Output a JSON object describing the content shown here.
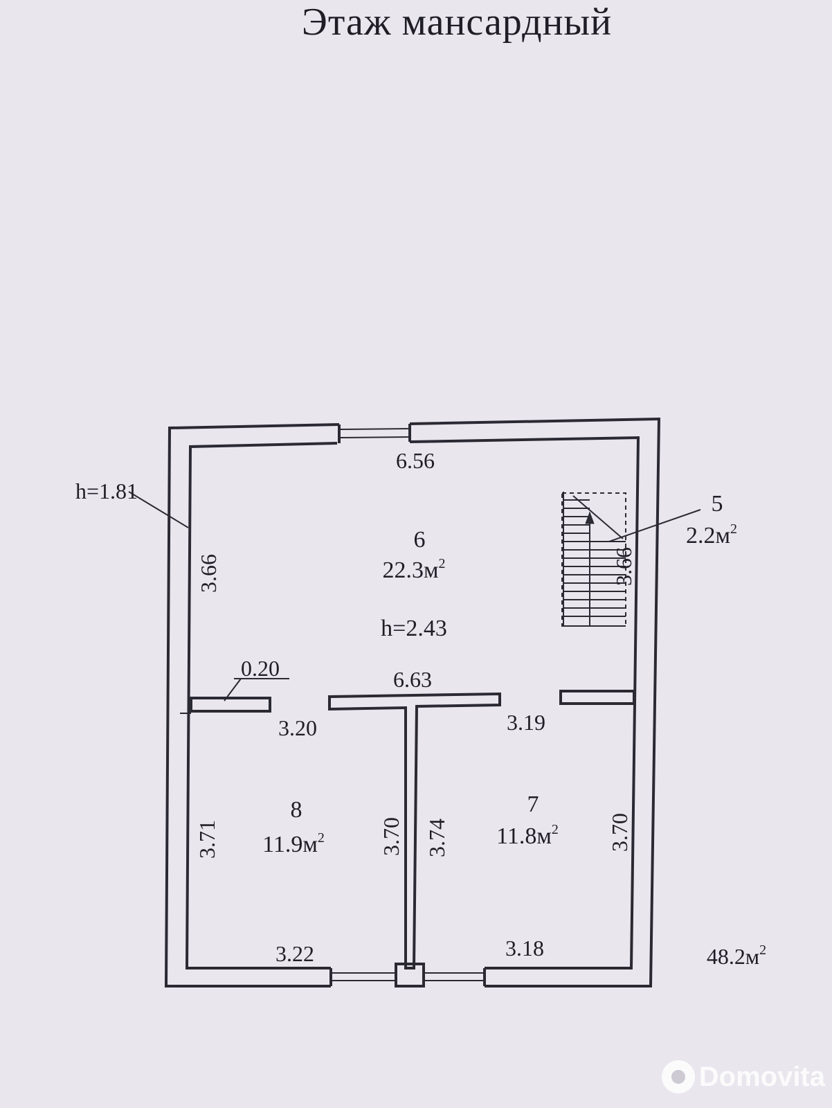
{
  "title": "Этаж мансардный",
  "total_area": "48.2м",
  "area_sup": "2",
  "rooms": [
    {
      "number": "6",
      "area": "22.3м",
      "sup": "2"
    },
    {
      "number": "5",
      "area": "2.2м",
      "sup": "2"
    },
    {
      "number": "8",
      "area": "11.9м",
      "sup": "2"
    },
    {
      "number": "7",
      "area": "11.8м",
      "sup": "2"
    }
  ],
  "heights": {
    "ceiling": "h=2.43",
    "wall": "h=1.81"
  },
  "dimensions": {
    "top": "6.56",
    "left_upper": "3.66",
    "stair": "3.66",
    "partition_thickness": "0.20",
    "middle": "6.63",
    "room8_top": "3.20",
    "room7_top": "3.19",
    "left_lower": "3.71",
    "wall8_right": "3.70",
    "wall7_left": "3.74",
    "right_lower": "3.70",
    "bottom_left": "3.22",
    "bottom_right": "3.18"
  },
  "watermark": "Domovita",
  "colors": {
    "line": "#2b2a33",
    "paper": "#e9e6ee"
  }
}
